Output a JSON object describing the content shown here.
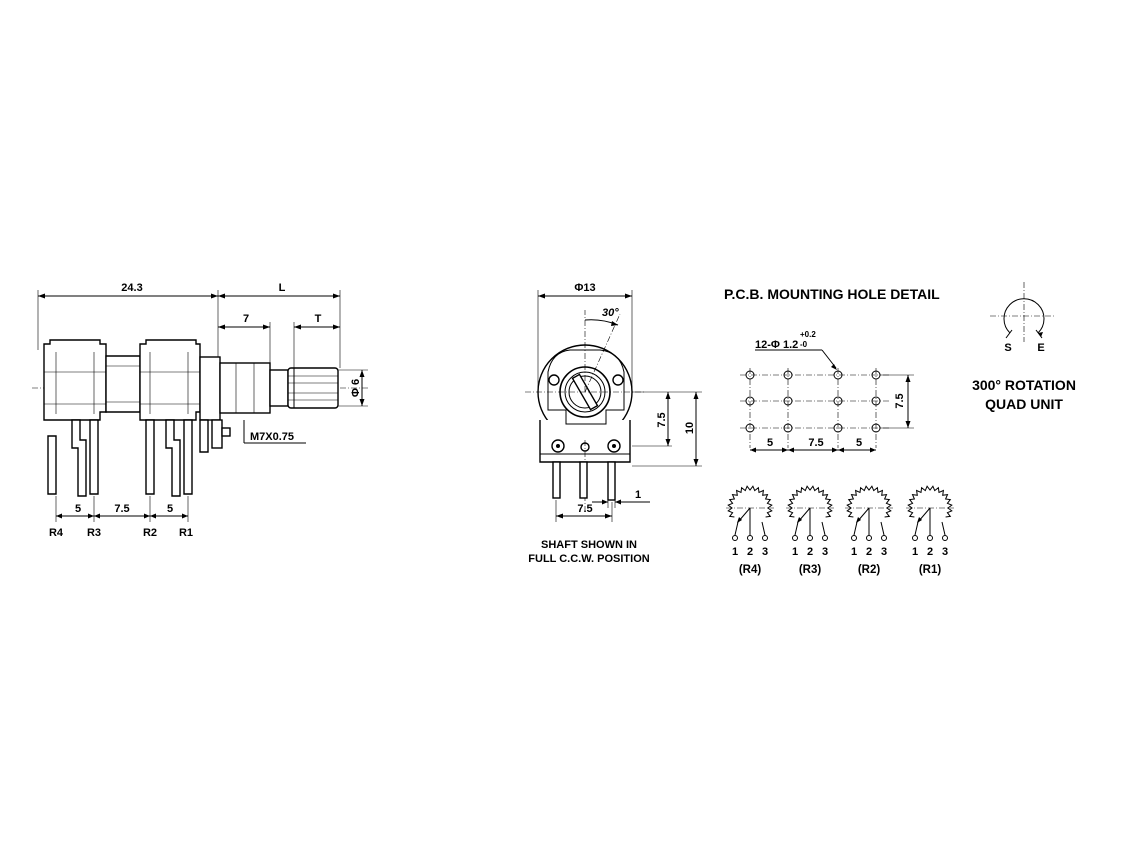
{
  "side_view": {
    "dim_body": "24.3",
    "dim_shaft": "L",
    "dim_bushing": "7",
    "dim_knurl": "T",
    "dim_diameter": "Φ 6",
    "thread": "M7X0.75",
    "pitch_a": "5",
    "pitch_b": "7.5",
    "pitch_c": "5",
    "pin_labels": [
      "R4",
      "R3",
      "R2",
      "R1"
    ]
  },
  "front_view": {
    "dim_diameter": "Φ13",
    "dim_angle": "30°",
    "dim_height_a": "7.5",
    "dim_height_b": "10",
    "dim_terminal": "1",
    "dim_pitch": "7.5",
    "caption_line1": "SHAFT SHOWN IN",
    "caption_line2": "FULL C.C.W. POSITION"
  },
  "pcb": {
    "title": "P.C.B. MOUNTING HOLE DETAIL",
    "hole_spec": "12-Φ 1.2",
    "tol_plus": "+0.2",
    "tol_minus": "-0",
    "dim_row_pitch": "7.5",
    "dim_a": "5",
    "dim_b": "7.5",
    "dim_c": "5"
  },
  "rotation": {
    "start_label": "S",
    "end_label": "E",
    "line1": "300° ROTATION",
    "line2": "QUAD UNIT"
  },
  "schematics": {
    "pin_numbers": [
      "1",
      "2",
      "3"
    ],
    "units": [
      "(R4)",
      "(R3)",
      "(R2)",
      "(R1)"
    ]
  }
}
